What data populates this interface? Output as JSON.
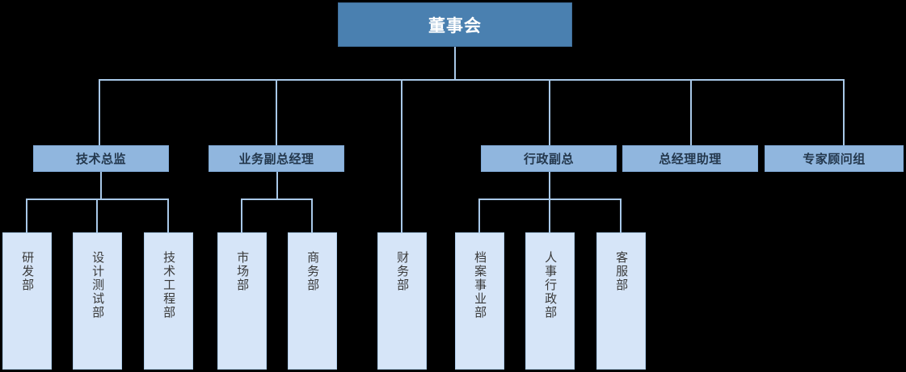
{
  "chart_title": "",
  "palette": {
    "background": "#000000",
    "level0_fill": "#4A80B0",
    "level0_text": "#FFFFFF",
    "level1_fill": "#90B6DE",
    "level1_text": "#24384D",
    "level2_fill": "#D6E5F8",
    "level2_text": "#3A3A3A",
    "connector": "#A8C8E8"
  },
  "org": {
    "root": {
      "label": "董事会"
    },
    "level1": [
      {
        "label": "技术总监"
      },
      {
        "label": "业务副总经理"
      },
      {
        "label": "财务部"
      },
      {
        "label": "行政副总"
      },
      {
        "label": "总经理助理"
      },
      {
        "label": "专家顾问组"
      }
    ],
    "level2": [
      {
        "label": "研发部",
        "parent": "技术总监"
      },
      {
        "label": "设计测试部",
        "parent": "技术总监"
      },
      {
        "label": "技术工程部",
        "parent": "技术总监"
      },
      {
        "label": "市场部",
        "parent": "业务副总经理"
      },
      {
        "label": "商务部",
        "parent": "业务副总经理"
      },
      {
        "label": "财务部",
        "parent": "董事会"
      },
      {
        "label": "档案事业部",
        "parent": "行政副总"
      },
      {
        "label": "人事行政部",
        "parent": "行政副总"
      },
      {
        "label": "客服部",
        "parent": "行政副总"
      }
    ]
  },
  "nodes": {
    "board": "董事会",
    "tech_director": "技术总监",
    "biz_vp": "业务副总经理",
    "admin_vp": "行政副总",
    "gm_assistant": "总经理助理",
    "expert_group": "专家顾问组",
    "rd_dept": "研发部",
    "design_test_dept": "设计测试部",
    "tech_eng_dept": "技术工程部",
    "market_dept": "市场部",
    "business_dept": "商务部",
    "finance_dept": "财务部",
    "archive_biz_dept": "档案事业部",
    "hr_admin_dept": "人事行政部",
    "service_dept": "客服部"
  }
}
